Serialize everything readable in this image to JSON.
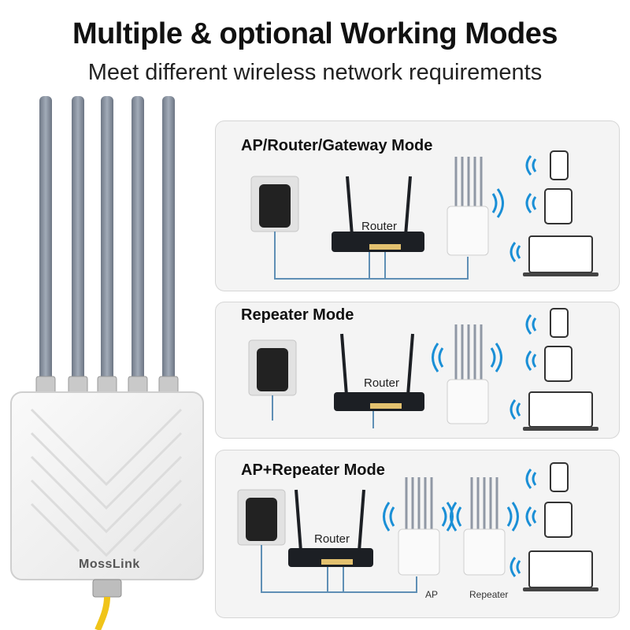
{
  "header": {
    "title": "Multiple & optional Working Modes",
    "subtitle": "Meet different wireless network requirements"
  },
  "device": {
    "brand": "MossLink"
  },
  "modes": [
    {
      "title": "AP/Router/Gateway Mode",
      "router_label": "Router"
    },
    {
      "title": "Repeater Mode",
      "router_label": "Router"
    },
    {
      "title": "AP+Repeater Mode",
      "router_label": "Router",
      "ap_label": "AP",
      "repeater_label": "Repeater"
    }
  ],
  "colors": {
    "wifi_blue": "#1a8fd6",
    "cable_blue": "#5f8fb5",
    "antenna_gray": "#8d96a4",
    "router_black": "#1c1f24",
    "cable_yellow": "#f0c419"
  }
}
